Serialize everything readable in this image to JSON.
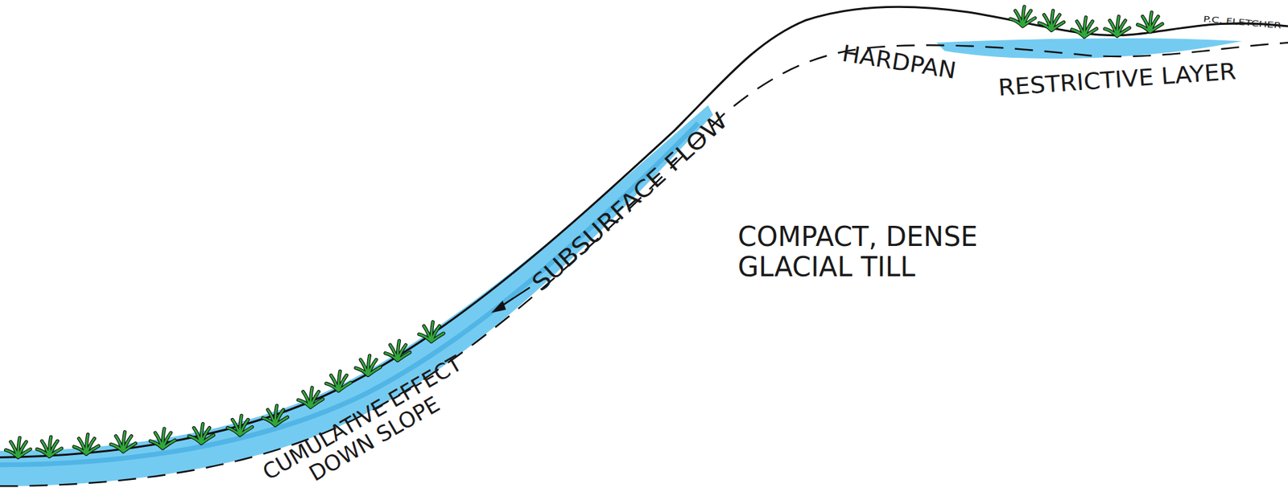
{
  "diagram": {
    "labels": [
      "HARDPAN",
      "RESTRICTIVE LAYER",
      "SUBSURFACE FLOW",
      "COMPACT, DENSE GLACIAL TILL",
      "CUMULATIVE EFFECT DOWN SLOPE",
      "P.C. FLETCHER"
    ]
  }
}
